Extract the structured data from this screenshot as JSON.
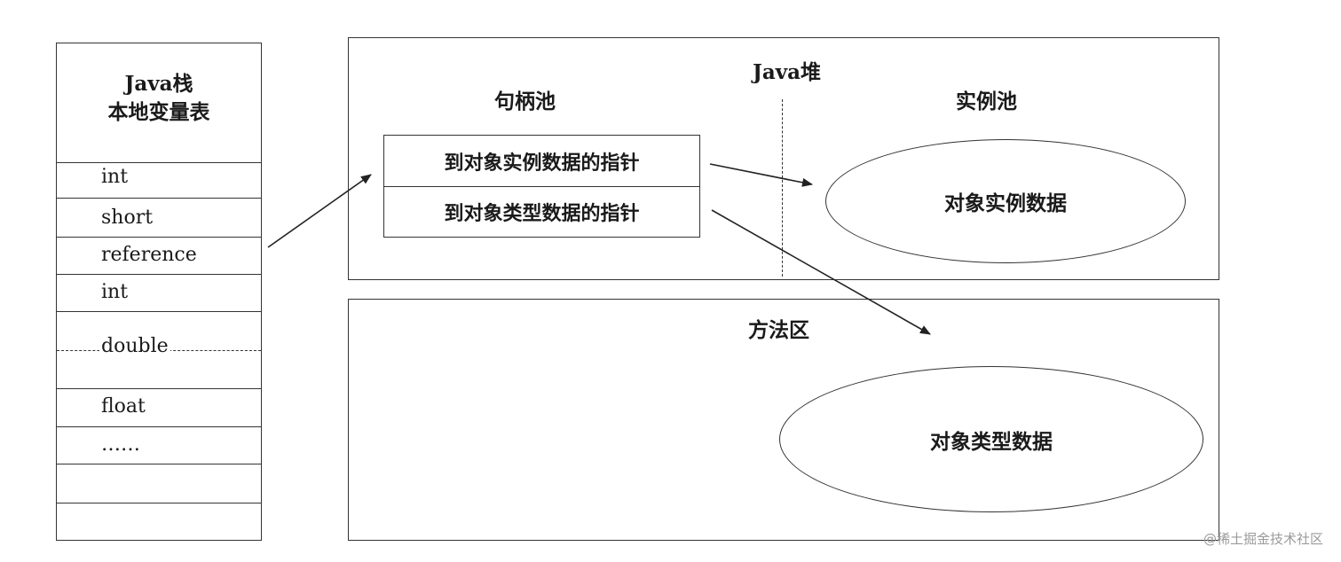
{
  "java_stack": {
    "title_line1": "Java栈",
    "title_line2": "本地变量表",
    "slots": [
      "int",
      "short",
      "reference",
      "int",
      "double",
      "float",
      "……"
    ]
  },
  "java_heap": {
    "title": "Java堆",
    "handle_pool": {
      "title": "句柄池",
      "pointer_to_instance": "到对象实例数据的指针",
      "pointer_to_type": "到对象类型数据的指针"
    },
    "instance_pool": {
      "title": "实例池",
      "instance_data": "对象实例数据"
    }
  },
  "method_area": {
    "title": "方法区",
    "type_data": "对象类型数据"
  },
  "watermark": "@稀土掘金技术社区"
}
